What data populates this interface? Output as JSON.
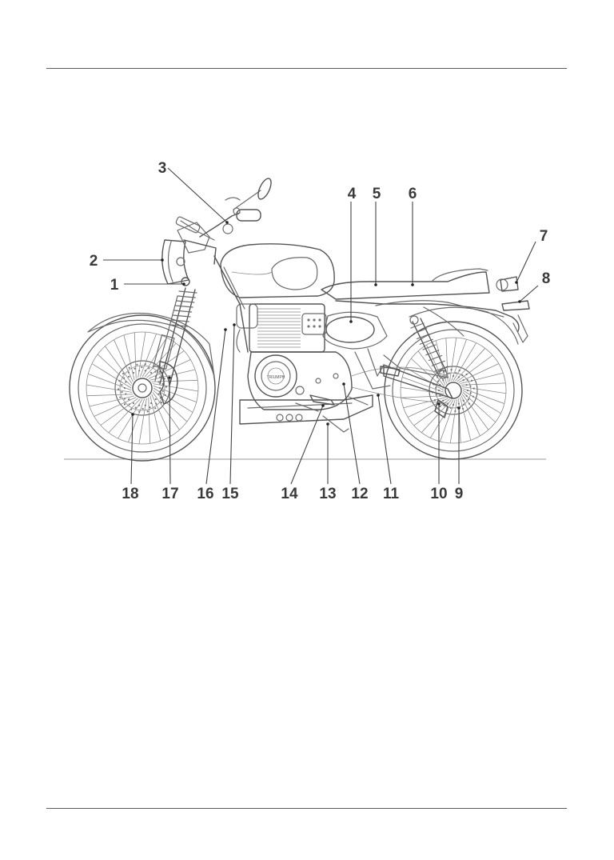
{
  "callouts": [
    {
      "number": "1"
    },
    {
      "number": "2"
    },
    {
      "number": "3"
    },
    {
      "number": "4"
    },
    {
      "number": "5"
    },
    {
      "number": "6"
    },
    {
      "number": "7"
    },
    {
      "number": "8"
    },
    {
      "number": "9"
    },
    {
      "number": "10"
    },
    {
      "number": "11"
    },
    {
      "number": "12"
    },
    {
      "number": "13"
    },
    {
      "number": "14"
    },
    {
      "number": "15"
    },
    {
      "number": "16"
    },
    {
      "number": "17"
    },
    {
      "number": "18"
    }
  ],
  "tank_badge": "TRIUMPH"
}
